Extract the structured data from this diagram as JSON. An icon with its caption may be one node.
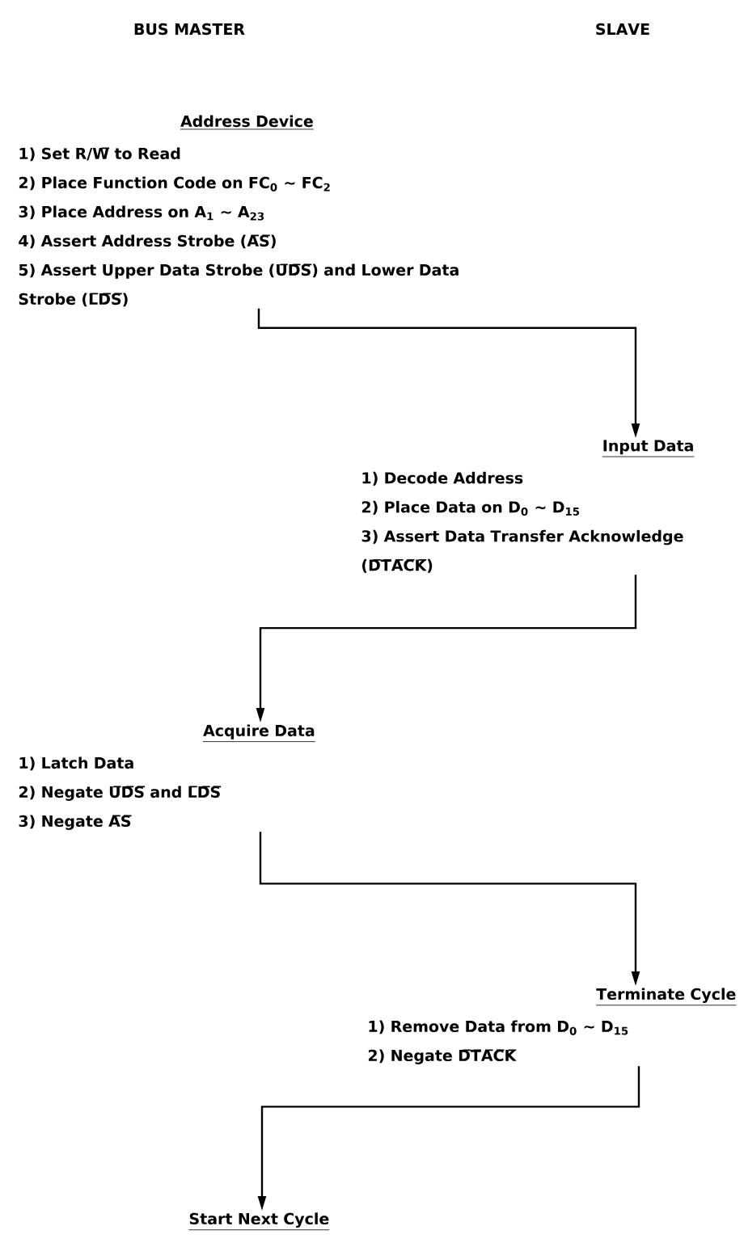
{
  "diagram": {
    "nodes": [
      {
        "text": [
          "Address Device",
          "1) Set R/W̅ to Read",
          "2) Place Function Code on FC$_{0}$ ~ FC$_{2}$",
          "3) Place Address on A$_{1}$ ~ A$_{23}$",
          "4) Assert Address Strobe (A̅S̅)",
          "5) Assert Upper Data Strobe (U̅D̅S̅) and Lower Data Strobe (L̅D̅S̅)"
        ]
      },
      {
        "text": [
          "Input Data",
          "1) Decode Address",
          "2) Place Data on D$_{0}$ ~ D$_{15}$",
          "3) Assert Data Transfer Acknowledge (D̅T̅A̅C̅K̅)"
        ]
      },
      {
        "text": [
          "Acquire Data",
          "1) Latch Data",
          "2) Negate U̅D̅S̅ and L̅D̅S̅",
          "3) Negate A̅S̅"
        ]
      },
      {
        "text": [
          "Terminate Cycle",
          "1) Remove Data from D$_{0}$ ~ D$_{15}$",
          "2) Negate D̅T̅A̅C̅K̅"
        ]
      },
      {
        "text": [
          "Start Next Cycle"
        ]
      }
    ],
    "edges": [
      {
        "from": 0,
        "to": 1,
        "arrow": "to"
      },
      {
        "from": 1,
        "to": 2,
        "arrow": "to"
      },
      {
        "from": 2,
        "to": 3,
        "arrow": "to"
      },
      {
        "from": 3,
        "to": 4,
        "arrow": "to"
      }
    ],
    "labels": [
      "BUS MASTER",
      "SLAVE"
    ]
  }
}
